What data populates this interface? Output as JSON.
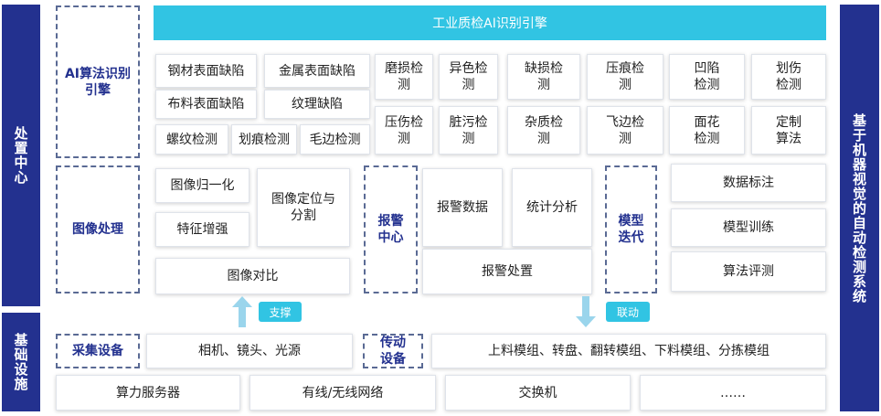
{
  "side_left": {
    "top": "处置中心",
    "bottom": "基础设施"
  },
  "side_right": {
    "label": "基于机器视觉的自动检测系统"
  },
  "ai_engine": {
    "label": "AI算法识别引擎",
    "banner": "工业质检AI识别引擎",
    "defects_wide": [
      "钢材表面缺陷",
      "金属表面缺陷",
      "布料表面缺陷",
      "纹理缺陷"
    ],
    "defects_small": [
      "螺纹检测",
      "划痕检测",
      "毛边检测"
    ],
    "grid": [
      "磨损检测",
      "异色检测",
      "缺损检测",
      "压痕检测",
      "凹陷检测",
      "划伤检测",
      "压伤检测",
      "脏污检测",
      "杂质检测",
      "飞边检测",
      "面花检测",
      "定制算法"
    ]
  },
  "image_processing": {
    "label": "图像处理",
    "normalize": "图像归一化",
    "locate": "图像定位与分割",
    "feature": "特征增强",
    "compare": "图像对比"
  },
  "alarm": {
    "label": "报警中心",
    "data": "报警数据",
    "stats": "统计分析",
    "handle": "报警处置"
  },
  "model": {
    "label": "模型迭代",
    "annotate": "数据标注",
    "train": "模型训练",
    "eval": "算法评测"
  },
  "connectors": {
    "support": "支撑",
    "link": "联动"
  },
  "infrastructure": {
    "capture_label": "采集设备",
    "capture_items": "相机、镜头、光源",
    "transmission_label": "传动设备",
    "transmission_items": "上料模组、转盘、翻转模组、下料模组、分拣模组",
    "bottom_row": [
      "算力服务器",
      "有线/无线网络",
      "交换机",
      "……"
    ]
  },
  "colors": {
    "navy": "#23318f",
    "cyan": "#31c4e3",
    "arrow": "#9ad5ec"
  }
}
